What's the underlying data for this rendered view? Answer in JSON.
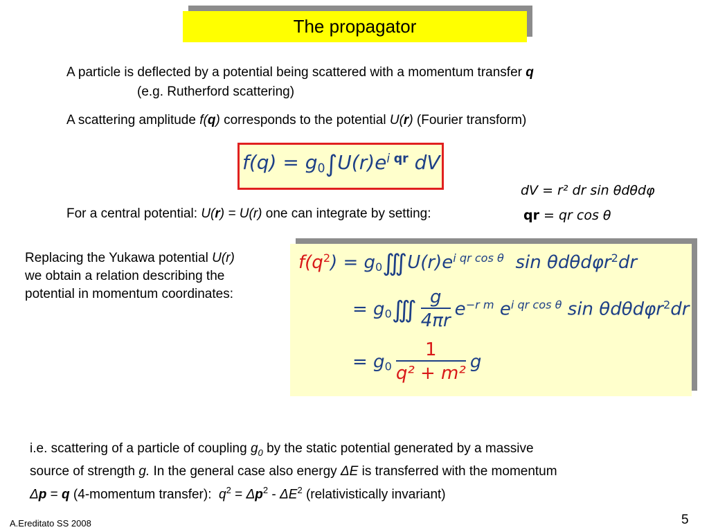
{
  "slide": {
    "title": "The propagator",
    "para1_line1": "A particle is deflected by a potential being scattered with a momentum transfer",
    "para1_q": "q",
    "para1_line2": "(e.g. Rutherford scattering)",
    "para2_a": "A scattering amplitude",
    "para2_f": "f(",
    "para2_q": "q",
    "para2_fclose": ")",
    "para2_b": "corresponds to the potential",
    "para2_U": "U(",
    "para2_r": "r",
    "para2_Uclose": ")",
    "para2_c": "(Fourier transform)",
    "central_a": "For a central potential:",
    "central_U1": "U(",
    "central_r": "r",
    "central_rest": ") = U(r)",
    "central_b": "one can integrate by setting:",
    "yukawa_line1a": "Replacing the Yukawa potential",
    "yukawa_line1b": "U(r)",
    "yukawa_line2": "we obtain a relation describing the",
    "yukawa_line3": "potential in momentum coordinates:",
    "bottom_l1a": "i.e. scattering of a particle of coupling",
    "bottom_g": "g",
    "bottom_g_sub": "0",
    "bottom_l1b": "by the static potential generated by a massive",
    "bottom_l2a": "source of strength",
    "bottom_l2g": "g.",
    "bottom_l2b": "In the general case also energy",
    "bottom_delta": "Δ",
    "bottom_E": "E",
    "bottom_l2c": "is transferred with the momentum",
    "bottom_l3_dp": "Δ",
    "bottom_l3_p": "p",
    "bottom_l3_eq": "=",
    "bottom_l3_q": "q",
    "bottom_l3_a": "(4-momentum transfer):",
    "bottom_l3_q2": "q",
    "bottom_l3_exp": "2",
    "bottom_l3_eq2": "=",
    "bottom_l3_dp2": "Δ",
    "bottom_l3_p2": "p",
    "bottom_l3_exp2": "2",
    "bottom_l3_minus": "-",
    "bottom_l3_dE": "Δ",
    "bottom_l3_E": "E",
    "bottom_l3_exp3": "2",
    "bottom_l3_b": "(relativistically invariant)",
    "footer_author": "A.Ereditato SS 2008",
    "page_number": "5"
  },
  "equations": {
    "main_lhs": "f(q) = g",
    "main_g_sub": "0",
    "main_integral": "∫",
    "main_integrand": "U(r)e",
    "main_exp_i": "i",
    "main_exp_qr": "qr",
    "main_dv": "dV",
    "dv_def": "dV = r² dr sin θdθdφ",
    "qr_bold": "qr",
    "qr_def": "= qr cos θ",
    "big_l1_lhs": "f(q",
    "big_l1_exp": "2",
    "big_l1_mid": ") = g",
    "big_l1_sub": "0",
    "big_l1_ints": "∭",
    "big_l1_integrand": "U(r)e",
    "big_l1_phase": "i qr cos θ",
    "big_l1_rest": "sin θdθdφr",
    "big_l1_r2": "2",
    "big_l1_dr": "dr",
    "big_l2_eq": "= g",
    "big_l2_sub": "0",
    "big_l2_ints": "∭",
    "big_l2_num": "g",
    "big_l2_den": "4πr",
    "big_l2_e": "e",
    "big_l2_exp1": "−r m",
    "big_l2_e2": "e",
    "big_l2_exp2": "i qr cos θ",
    "big_l2_rest": "sin θdθdφr",
    "big_l2_r2": "2",
    "big_l2_dr": "dr",
    "big_l3_eq": "= g",
    "big_l3_sub": "0",
    "big_l3_num": "1",
    "big_l3_den": "q² + m²",
    "big_l3_g": "g"
  }
}
